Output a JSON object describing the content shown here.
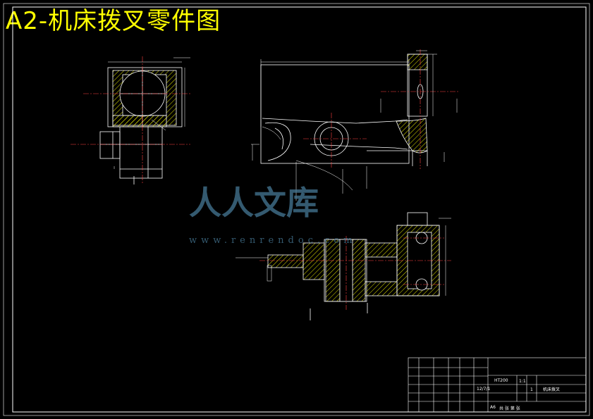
{
  "title": "A2-机床拨叉零件图",
  "watermark": {
    "name": "人人文库",
    "url": "www.renrendoc.com"
  },
  "colors": {
    "background": "#000000",
    "title": "#ffff00",
    "lines": "#ffffff",
    "hatch": "#ffff00",
    "centerline": "#ff4040",
    "dimension": "#ffffff",
    "watermark": "#4a7896"
  },
  "title_block": {
    "part_name": "机床拨叉",
    "scale": "1:1",
    "quantity": "1",
    "material": "HT200",
    "sheet": "A6",
    "sheet_note": "共 张 第 张",
    "date": "12/7/1"
  }
}
